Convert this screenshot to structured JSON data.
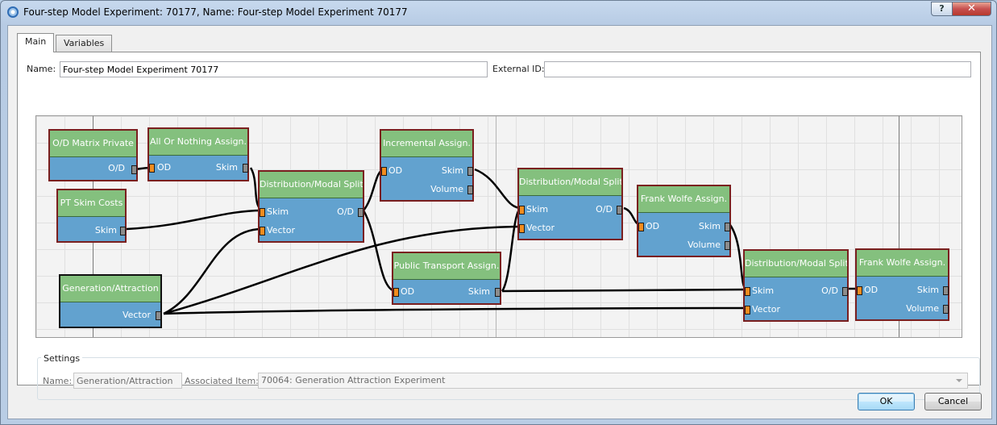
{
  "window": {
    "title": "Four-step Model Experiment: 70177, Name: Four-step Model Experiment 70177",
    "help_label": "?",
    "close_label": "✕"
  },
  "tabs": [
    {
      "label": "Main",
      "active": true
    },
    {
      "label": "Variables",
      "active": false
    }
  ],
  "form": {
    "name_label": "Name:",
    "name_value": "Four-step Model Experiment 70177",
    "external_id_label": "External ID:",
    "external_id_value": ""
  },
  "colors": {
    "node_header": "#84c07e",
    "node_body": "#62a2cf",
    "node_border": "#7a1f1f",
    "input_port": "#f28c1e",
    "output_port": "#8c8c8c"
  },
  "nodes": [
    {
      "id": "od-matrix",
      "title": "O/D Matrix Private",
      "outputs": [
        "O/D"
      ],
      "inputs": []
    },
    {
      "id": "pt-skim",
      "title": "PT Skim Costs",
      "outputs": [
        "Skim"
      ],
      "inputs": []
    },
    {
      "id": "aon",
      "title": "All Or Nothing Assign.",
      "inputs": [
        "OD"
      ],
      "outputs": [
        "Skim"
      ]
    },
    {
      "id": "genattr",
      "title": "Generation/Attraction",
      "outputs": [
        "Vector"
      ],
      "inputs": [],
      "selected": true
    },
    {
      "id": "dist1",
      "title": "Distribution/Modal Split",
      "inputs": [
        "Skim",
        "Vector"
      ],
      "outputs": [
        "O/D"
      ]
    },
    {
      "id": "incr",
      "title": "Incremental Assign.",
      "inputs": [
        "OD"
      ],
      "outputs": [
        "Skim",
        "Volume"
      ]
    },
    {
      "id": "pta",
      "title": "Public Transport Assign.",
      "inputs": [
        "OD"
      ],
      "outputs": [
        "Skim"
      ]
    },
    {
      "id": "dist2",
      "title": "Distribution/Modal Split",
      "inputs": [
        "Skim",
        "Vector"
      ],
      "outputs": [
        "O/D"
      ]
    },
    {
      "id": "fw1",
      "title": "Frank Wolfe Assign.",
      "inputs": [
        "OD"
      ],
      "outputs": [
        "Skim",
        "Volume"
      ]
    },
    {
      "id": "dist3",
      "title": "Distribution/Modal Split",
      "inputs": [
        "Skim",
        "Vector"
      ],
      "outputs": [
        "O/D"
      ]
    },
    {
      "id": "fw2",
      "title": "Frank Wolfe Assign.",
      "inputs": [
        "OD"
      ],
      "outputs": [
        "Skim",
        "Volume"
      ]
    }
  ],
  "connections": [
    {
      "from": "od-matrix.O/D",
      "to": "aon.OD"
    },
    {
      "from": "aon.Skim",
      "to": "dist1.Skim"
    },
    {
      "from": "pt-skim.Skim",
      "to": "dist1.Skim"
    },
    {
      "from": "genattr.Vector",
      "to": "dist1.Vector"
    },
    {
      "from": "genattr.Vector",
      "to": "dist2.Vector"
    },
    {
      "from": "genattr.Vector",
      "to": "dist3.Vector"
    },
    {
      "from": "dist1.O/D",
      "to": "incr.OD"
    },
    {
      "from": "dist1.O/D",
      "to": "pta.OD"
    },
    {
      "from": "incr.Skim",
      "to": "dist2.Skim"
    },
    {
      "from": "pta.Skim",
      "to": "dist2.Skim"
    },
    {
      "from": "pta.Skim",
      "to": "dist3.Skim"
    },
    {
      "from": "dist2.O/D",
      "to": "fw1.OD"
    },
    {
      "from": "fw1.Skim",
      "to": "dist3.Skim"
    },
    {
      "from": "dist3.O/D",
      "to": "fw2.OD"
    }
  ],
  "settings": {
    "group_label": "Settings",
    "name_label": "Name:",
    "name_value": "Generation/Attraction",
    "associated_label": "Associated Item:",
    "associated_value": "70064: Generation Attraction Experiment"
  },
  "buttons": {
    "ok": "OK",
    "cancel": "Cancel"
  }
}
